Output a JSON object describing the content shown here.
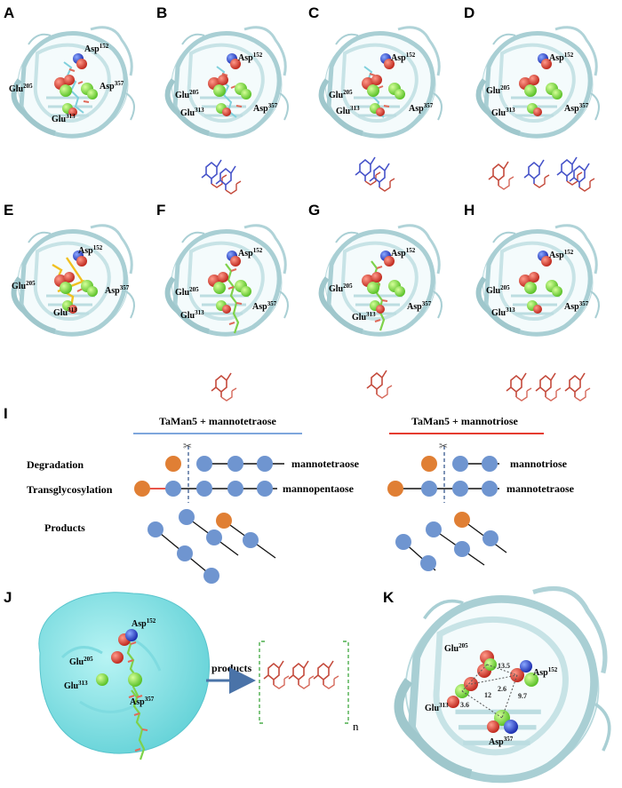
{
  "panels": {
    "A": {
      "letter": "A",
      "residues": [
        "Glu205",
        "Glu313",
        "Asp152",
        "Asp357"
      ]
    },
    "B": {
      "letter": "B"
    },
    "C": {
      "letter": "C"
    },
    "D": {
      "letter": "D"
    },
    "E": {
      "letter": "E"
    },
    "F": {
      "letter": "F"
    },
    "G": {
      "letter": "G"
    },
    "H": {
      "letter": "H"
    },
    "I": {
      "letter": "I"
    },
    "J": {
      "letter": "J"
    },
    "K": {
      "letter": "K"
    }
  },
  "residue_labels": {
    "glu205": {
      "base": "Glu",
      "sup": "205"
    },
    "glu313": {
      "base": "Glu",
      "sup": "313"
    },
    "asp152": {
      "base": "Asp",
      "sup": "152"
    },
    "asp357": {
      "base": "Asp",
      "sup": "357"
    }
  },
  "schemeI": {
    "left_title": "TaMan5 + mannotetraose",
    "right_title": "TaMan5 + mannotriose",
    "row_degradation": "Degradation",
    "row_transglycosylation": "Transglycosylation",
    "row_products": "Products",
    "left_deg_product": "mannotetraose",
    "left_trans_product": "mannopentaose",
    "right_deg_product": "mannotriose",
    "right_trans_product": "mannotetraose",
    "colors": {
      "left_line": "#7ea6dc",
      "right_line": "#e53b2f",
      "mannose": "#6f95d0",
      "orange": "#e07f34"
    }
  },
  "panelJ": {
    "arrow_label": "products",
    "subscript": "n"
  },
  "panelK": {
    "distances": [
      "3.6",
      "12",
      "2.6",
      "13.5",
      "9.7"
    ]
  }
}
